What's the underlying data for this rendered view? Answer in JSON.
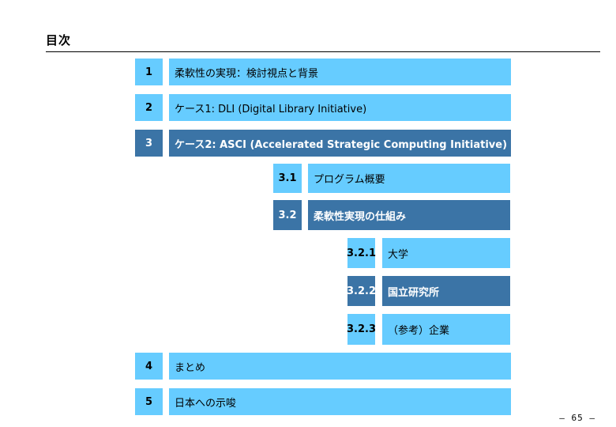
{
  "page": {
    "title": "目次",
    "page_number": "— 65 —"
  },
  "toc": {
    "s1": {
      "num": "1",
      "label": "柔軟性の実現：検討視点と背景"
    },
    "s2": {
      "num": "2",
      "label": "ケース1:  DLI (Digital Library Initiative)"
    },
    "s3": {
      "num": "3",
      "label": "ケース2:  ASCI (Accelerated Strategic Computing Initiative)"
    },
    "s3_1": {
      "num": "3.1",
      "label": "プログラム概要"
    },
    "s3_2": {
      "num": "3.2",
      "label": "柔軟性実現の仕組み"
    },
    "s3_2_1": {
      "num": "3.2.1",
      "label": "大学"
    },
    "s3_2_2": {
      "num": "3.2.2",
      "label": "国立研究所"
    },
    "s3_2_3": {
      "num": "3.2.3",
      "label": "（参考）企業"
    },
    "s4": {
      "num": "4",
      "label": "まとめ"
    },
    "s5": {
      "num": "5",
      "label": "日本への示唆"
    }
  },
  "colors": {
    "inactive": "#66ccff",
    "active": "#3b74a6"
  }
}
